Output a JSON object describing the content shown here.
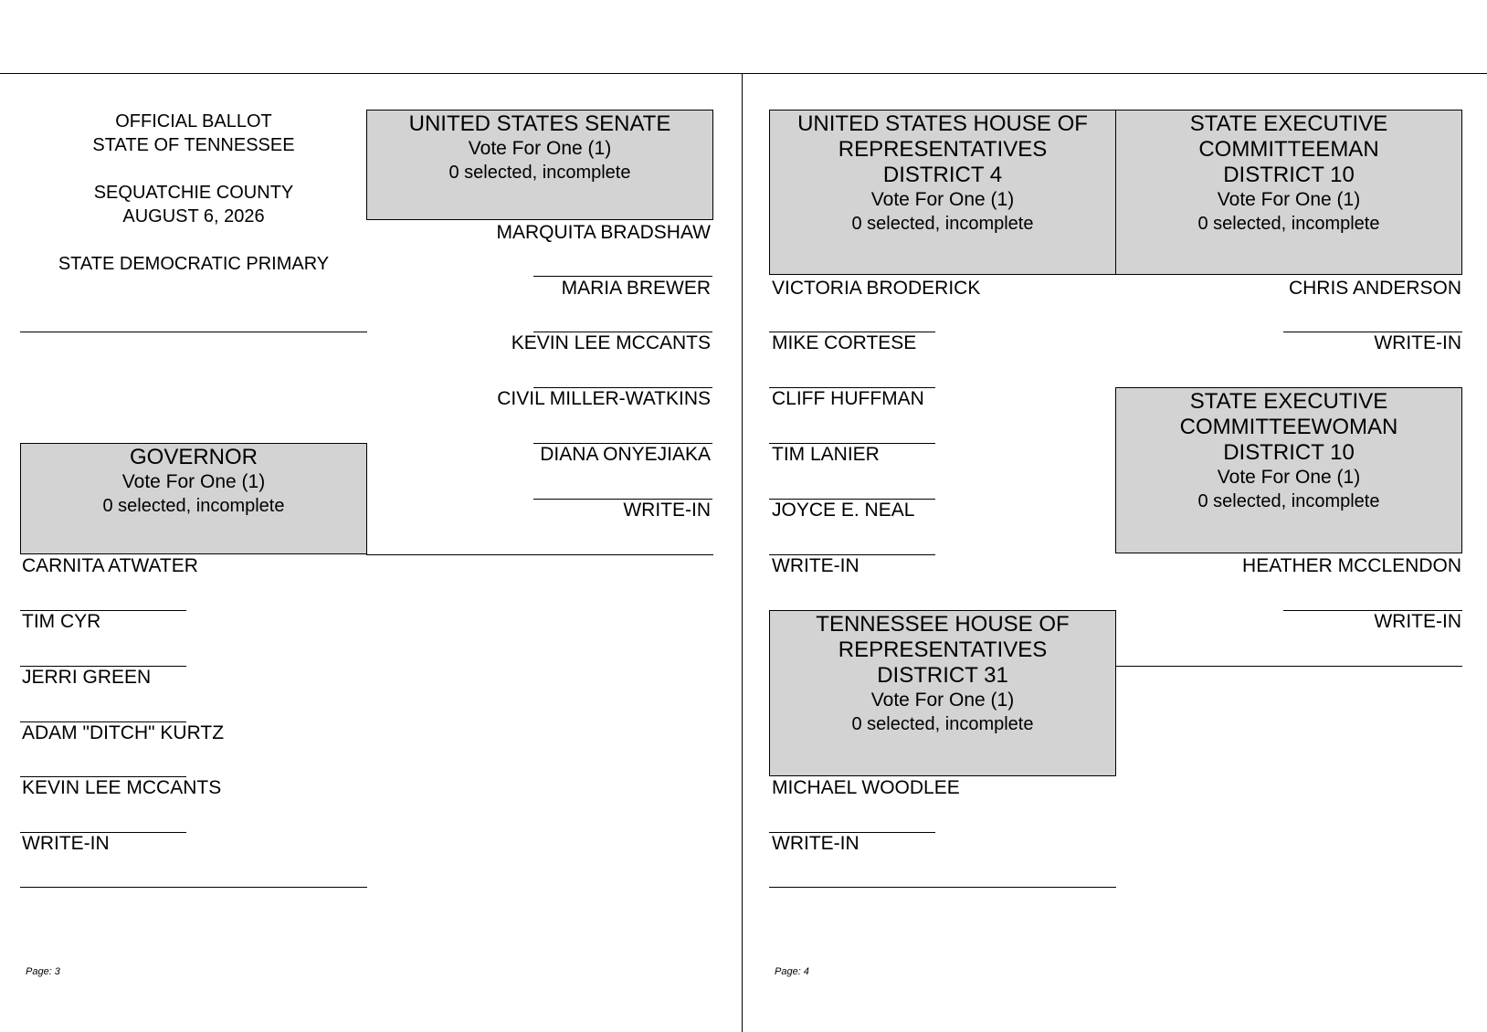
{
  "header": {
    "line1": "OFFICIAL BALLOT",
    "line2": "STATE OF TENNESSEE",
    "line3": "SEQUATCHIE COUNTY",
    "line4": "AUGUST 6, 2026",
    "line5": "STATE DEMOCRATIC PRIMARY"
  },
  "contests": {
    "senate": {
      "title": "UNITED STATES SENATE",
      "vote": "Vote For One (1)",
      "status": "0 selected, incomplete",
      "candidates": [
        "MARQUITA BRADSHAW",
        "MARIA BREWER",
        "KEVIN LEE MCCANTS",
        "CIVIL MILLER-WATKINS",
        "DIANA ONYEJIAKA",
        "WRITE-IN"
      ]
    },
    "governor": {
      "title": "GOVERNOR",
      "vote": "Vote For One (1)",
      "status": "0 selected, incomplete",
      "candidates": [
        "CARNITA ATWATER",
        "TIM CYR",
        "JERRI GREEN",
        "ADAM \"DITCH\" KURTZ",
        "KEVIN LEE MCCANTS",
        "WRITE-IN"
      ]
    },
    "us_house": {
      "title_l1": "UNITED STATES HOUSE OF",
      "title_l2": "REPRESENTATIVES",
      "title_l3": "DISTRICT 4",
      "vote": "Vote For One (1)",
      "status": "0 selected, incomplete",
      "candidates": [
        "VICTORIA BRODERICK",
        "MIKE CORTESE",
        "CLIFF HUFFMAN",
        "TIM LANIER",
        "JOYCE E. NEAL",
        "WRITE-IN"
      ]
    },
    "committeeman": {
      "title_l1": "STATE EXECUTIVE",
      "title_l2": "COMMITTEEMAN",
      "title_l3": "DISTRICT 10",
      "vote": "Vote For One (1)",
      "status": "0 selected, incomplete",
      "candidates": [
        "CHRIS ANDERSON",
        "WRITE-IN"
      ]
    },
    "committeewoman": {
      "title_l1": "STATE EXECUTIVE",
      "title_l2": "COMMITTEEWOMAN",
      "title_l3": "DISTRICT 10",
      "vote": "Vote For One (1)",
      "status": "0 selected, incomplete",
      "candidates": [
        "HEATHER MCCLENDON",
        "WRITE-IN"
      ]
    },
    "tn_house": {
      "title_l1": "TENNESSEE HOUSE OF",
      "title_l2": "REPRESENTATIVES",
      "title_l3": "DISTRICT 31",
      "vote": "Vote For One (1)",
      "status": "0 selected, incomplete",
      "candidates": [
        "MICHAEL WOODLEE",
        "WRITE-IN"
      ]
    }
  },
  "pages": {
    "left": "Page: 3",
    "right": "Page: 4"
  }
}
